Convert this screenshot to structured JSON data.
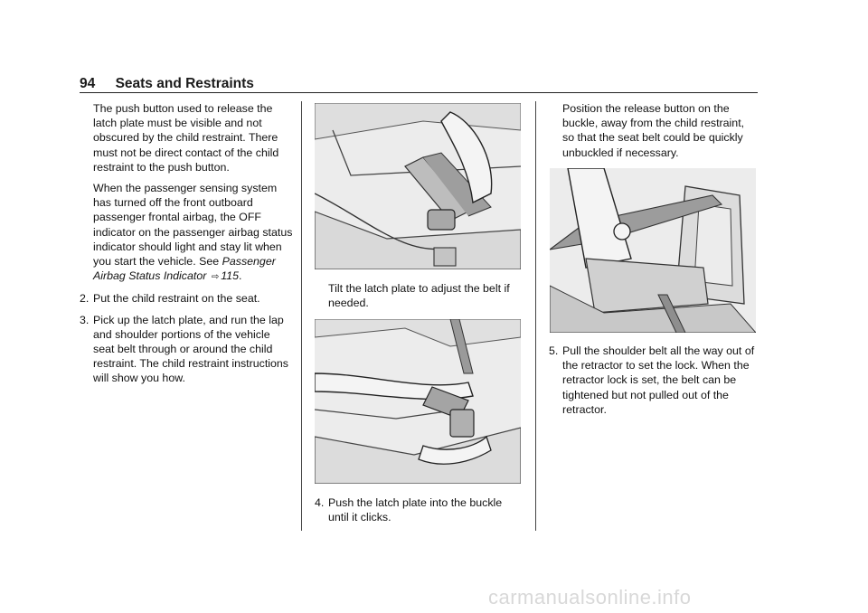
{
  "header": {
    "page_number": "94",
    "section_title": "Seats and Restraints"
  },
  "col1": {
    "para1": "The push button used to release the latch plate must be visible and not obscured by the child restraint. There must not be direct contact of the child restraint to the push button.",
    "para2_text": "When the passenger sensing system has turned off the front outboard passenger frontal airbag, the OFF indicator on the passenger airbag status indicator should light and stay lit when you start the vehicle. See",
    "para2_ref": "Passenger Airbag Status Indicator",
    "para2_arrow": "⇨",
    "para2_page": "115",
    "item2_num": "2.",
    "item2_text": "Put the child restraint on the seat.",
    "item3_num": "3.",
    "item3_text": "Pick up the latch plate, and run the lap and shoulder portions of the vehicle seat belt through or around the child restraint. The child restraint instructions will show you how."
  },
  "col2": {
    "caption1": "Tilt the latch plate to adjust the belt if needed.",
    "item4_num": "4.",
    "item4_text": "Push the latch plate into the buckle until it clicks."
  },
  "col3": {
    "para1": "Position the release button on the buckle, away from the child restraint, so that the seat belt could be quickly unbuckled if necessary.",
    "item5_num": "5.",
    "item5_text": "Pull the shoulder belt all the way out of the retractor to set the lock. When the retractor lock is set, the belt can be tightened but not pulled out of the retractor."
  },
  "footer": {
    "watermark": "carmanualsonline.info"
  }
}
